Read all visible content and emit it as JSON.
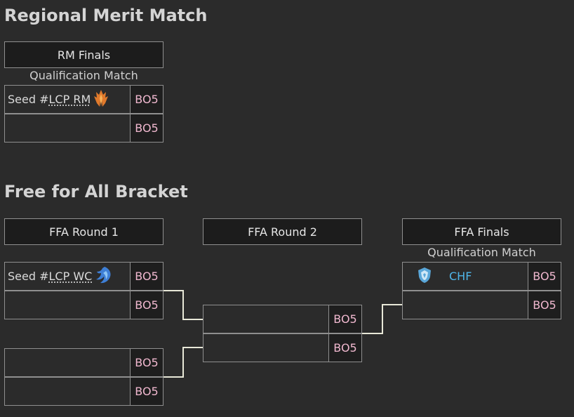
{
  "regional": {
    "title": "Regional Merit Match",
    "round_header": "RM Finals",
    "qual_label": "Qualification Match",
    "matches": [
      {
        "team_prefix": "Seed #",
        "team_abbr": "LCP RM",
        "logo_icon": "flame-icon",
        "bo": "BO5"
      },
      {
        "team_prefix": "",
        "team_abbr": "",
        "bo": "BO5"
      }
    ]
  },
  "ffa": {
    "title": "Free for All Bracket",
    "rounds": [
      {
        "header": "FFA Round 1"
      },
      {
        "header": "FFA Round 2"
      },
      {
        "header": "FFA Finals",
        "qual_label": "Qualification Match"
      }
    ],
    "round1": [
      {
        "team_prefix": "Seed #",
        "team_abbr": "LCP WC",
        "logo_icon": "wave-dragon-icon",
        "bo": "BO5"
      },
      {
        "team_prefix": "",
        "team_abbr": "",
        "bo": "BO5"
      },
      {
        "team_prefix": "",
        "team_abbr": "",
        "bo": "BO5"
      },
      {
        "team_prefix": "",
        "team_abbr": "",
        "bo": "BO5"
      }
    ],
    "round2": [
      {
        "team": "",
        "bo": "BO5"
      },
      {
        "team": "",
        "bo": "BO5"
      }
    ],
    "finals": [
      {
        "team": "CHF",
        "logo_icon": "shield-icon",
        "bo": "BO5"
      },
      {
        "team": "",
        "bo": "BO5"
      }
    ]
  },
  "colors": {
    "background": "#2b2b2b",
    "bo_text": "#f0b8cf",
    "team_highlight": "#4fb5e8",
    "connector": "#e8e8d8"
  }
}
